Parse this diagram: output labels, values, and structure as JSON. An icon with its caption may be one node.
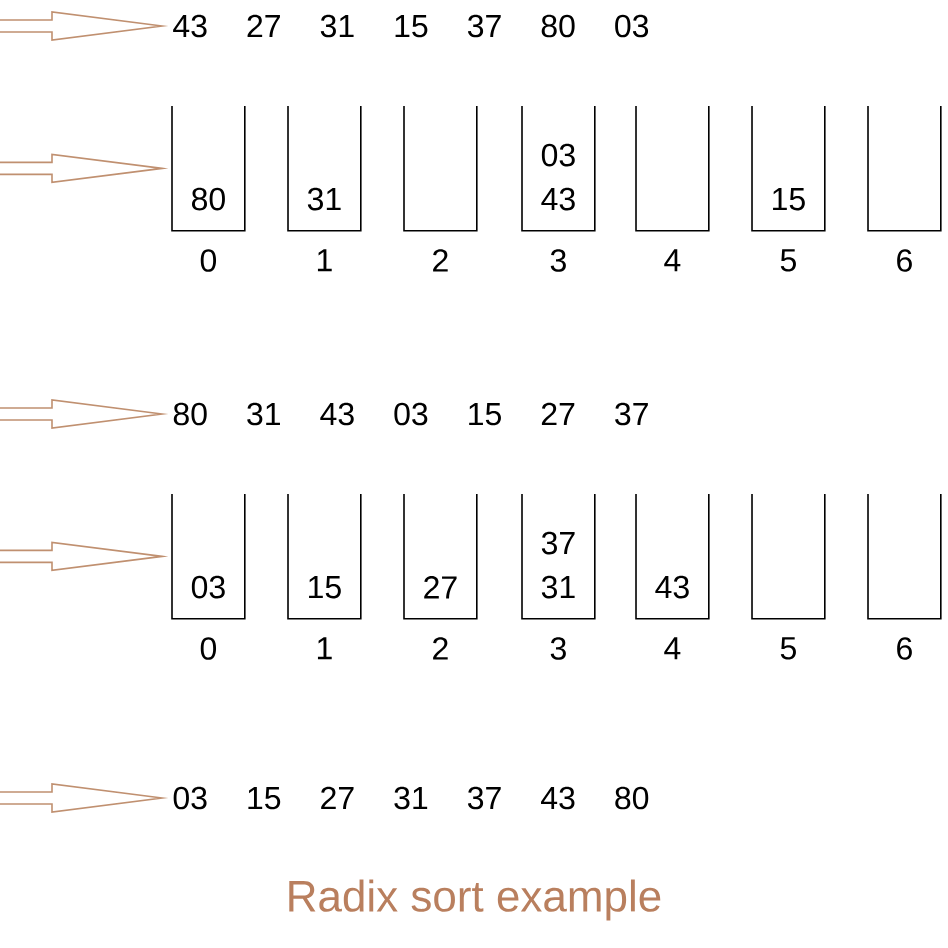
{
  "diagram": {
    "caption": "Radix sort example",
    "nodes": [
      {
        "text": [
          "43 27 31 15 37 80 03"
        ]
      },
      {
        "text": [
          "80"
        ],
        "beside": [
          "0"
        ]
      },
      {
        "text": [
          "31"
        ],
        "beside": [
          "1"
        ]
      },
      {
        "text": [],
        "shape": "box",
        "beside": [
          "2"
        ]
      },
      {
        "text": [
          "03",
          "43"
        ],
        "beside": [
          "3"
        ]
      },
      {
        "text": [],
        "shape": "box",
        "beside": [
          "4"
        ]
      },
      {
        "text": [
          "15"
        ],
        "beside": [
          "5"
        ]
      },
      {
        "text": [],
        "shape": "box",
        "beside": [
          "6"
        ]
      },
      {
        "text": [
          "80 31 43 03 15 27 37"
        ]
      },
      {
        "text": [
          "03"
        ],
        "beside": [
          "0"
        ]
      },
      {
        "text": [
          "15"
        ],
        "beside": [
          "1"
        ]
      },
      {
        "text": [
          "27"
        ],
        "beside": [
          "2"
        ]
      },
      {
        "text": [
          "37",
          "31"
        ],
        "beside": [
          "3"
        ]
      },
      {
        "text": [
          "43"
        ],
        "beside": [
          "4"
        ]
      },
      {
        "text": [],
        "shape": "box",
        "beside": [
          "5"
        ]
      },
      {
        "text": [],
        "shape": "box",
        "beside": [
          "6"
        ]
      },
      {
        "text": [
          "03 15 27 31 37 43 80"
        ]
      }
    ],
    "edges": [
      {
        "from": null,
        "to": 0,
        "arrow": "to"
      },
      {
        "from": null,
        "to": 1,
        "arrow": "to"
      },
      {
        "from": null,
        "to": 8,
        "arrow": "to"
      },
      {
        "from": null,
        "to": 9,
        "arrow": "to"
      },
      {
        "from": null,
        "to": 16,
        "arrow": "to"
      }
    ]
  }
}
